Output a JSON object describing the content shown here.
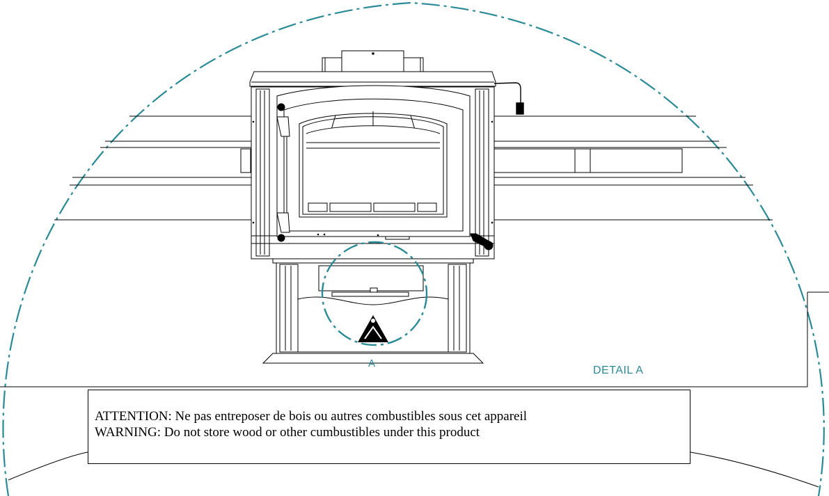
{
  "detail_label": "DETAIL A",
  "callout_letter": "A",
  "warning": {
    "french": "ATTENTION: Ne pas entreposer de bois ou autres combustibles sous cet appareil",
    "english": "WARNING: Do not store wood or other cumbustibles under this product"
  },
  "colors": {
    "detail_circle": "#2a8a96",
    "line_art": "#000000",
    "background": "#ffffff"
  }
}
